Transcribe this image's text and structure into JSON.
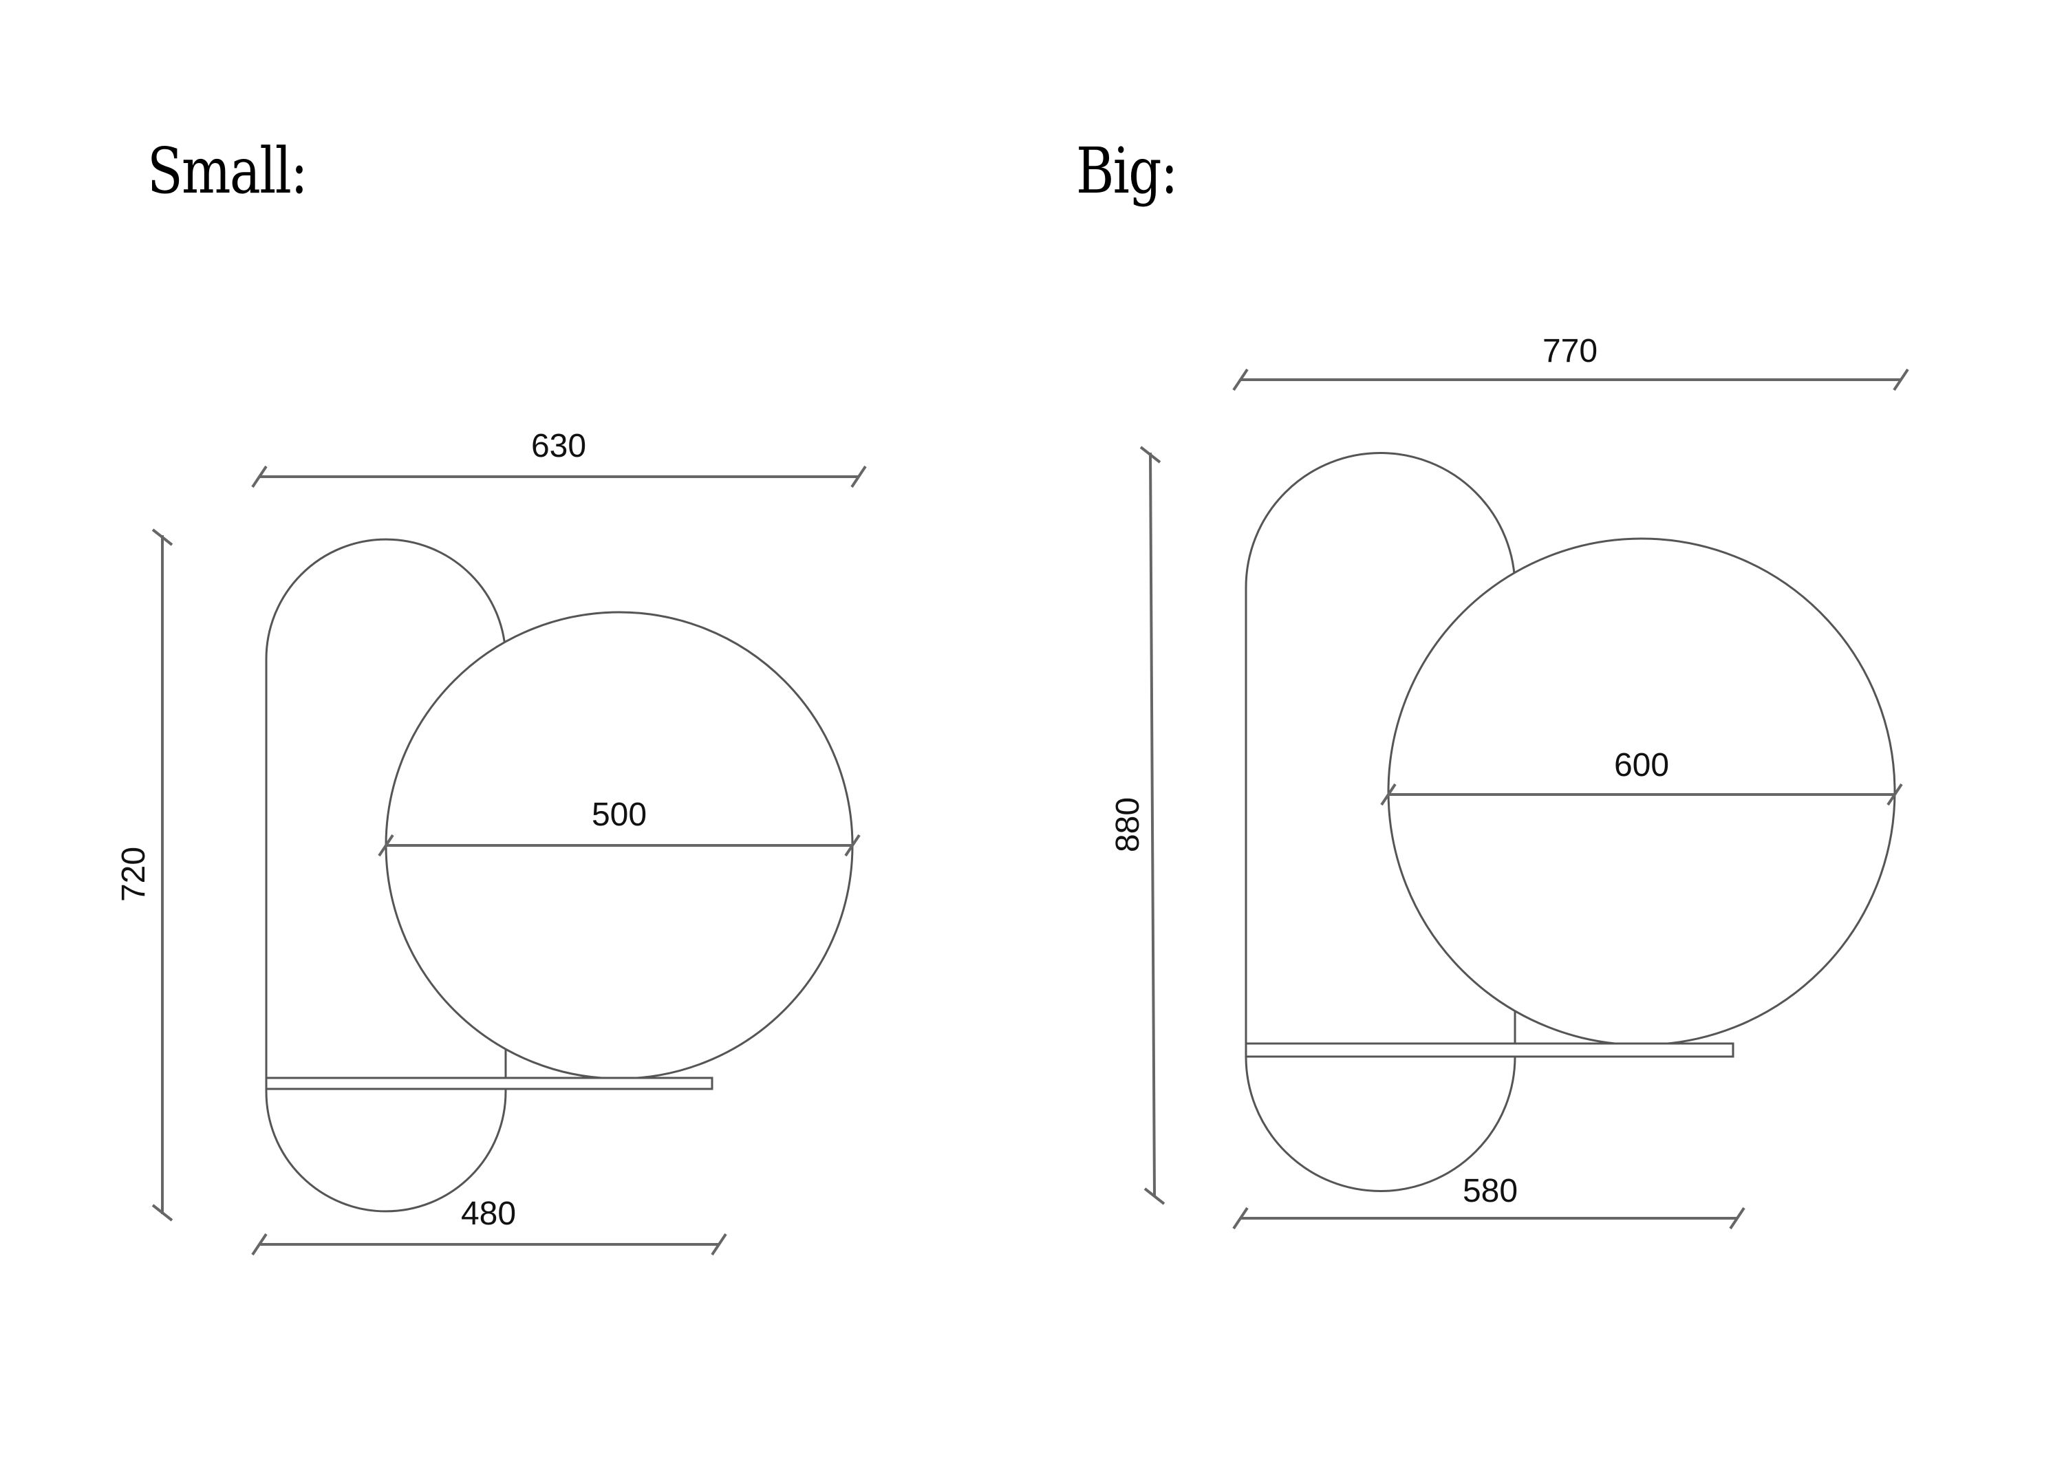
{
  "headings": {
    "small": "Small:",
    "big": "Big:"
  },
  "small": {
    "width_label": "630",
    "height_label": "720",
    "mirror_diameter_label": "500",
    "shelf_width_label": "480"
  },
  "big": {
    "width_label": "770",
    "height_label": "880",
    "mirror_diameter_label": "600",
    "shelf_width_label": "580"
  },
  "colors": {
    "background": "#ffffff",
    "outline": "#555555",
    "text": "#111111"
  }
}
